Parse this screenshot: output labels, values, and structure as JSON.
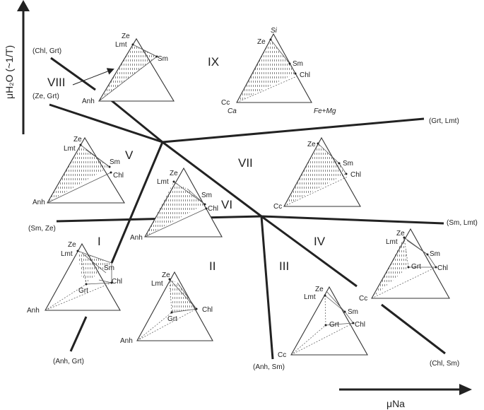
{
  "axes": {
    "y_label": "μH₂O (~1/T)",
    "x_label": "μNa"
  },
  "reaction_labels": {
    "chl_grt": "(Chl, Grt)",
    "ze_grt": "(Ze, Grt)",
    "grt_lmt": "(Grt, Lmt)",
    "sm_ze": "(Sm, Ze)",
    "sm_lmt": "(Sm, Lmt)",
    "anh_grt": "(Anh, Grt)",
    "anh_sm": "(Anh, Sm)",
    "chl_sm": "(Chl, Sm)"
  },
  "fields": {
    "I": "I",
    "II": "II",
    "III": "III",
    "IV": "IV",
    "V": "V",
    "VI": "VI",
    "VII": "VII",
    "VIII": "VIII",
    "IX": "IX"
  },
  "minerals": {
    "ze": "Ze",
    "lmt": "Lmt",
    "sm": "Sm",
    "chl": "Chl",
    "anh": "Anh",
    "grt": "Grt",
    "cc": "Cc",
    "si": "Si",
    "ca": "Ca",
    "fe_mg": "Fe+Mg"
  },
  "colors": {
    "ink": "#222222",
    "hatch": "#555555"
  }
}
